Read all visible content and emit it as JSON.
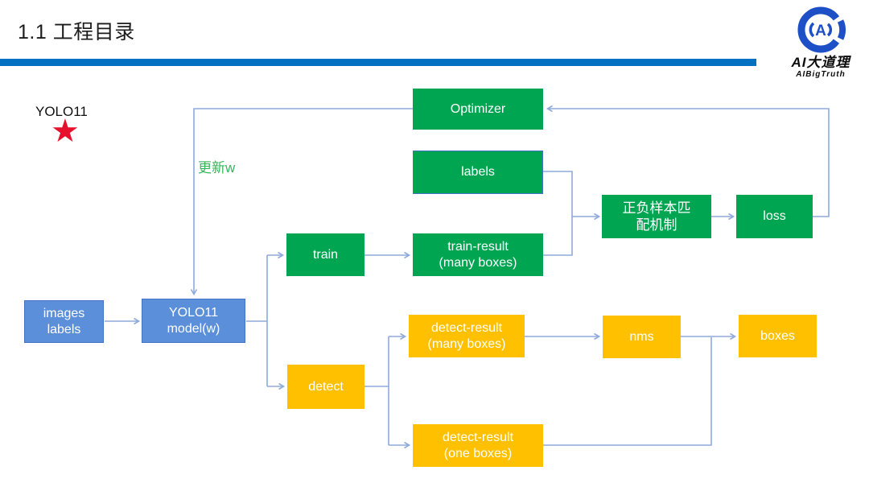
{
  "header": {
    "title": "1.1 工程目录",
    "logo": {
      "brand_cn": "AI大道理",
      "brand_en": "AIBigTruth"
    }
  },
  "annotations": {
    "model_name": "YOLO11",
    "star_icon": "★",
    "update_w": "更新w"
  },
  "colors": {
    "green": "#00A551",
    "yellow": "#FFC000",
    "blue_fill": "#5B8FD9",
    "blue_border": "#4472C4",
    "connector": "#8FAADC",
    "header_bar": "#0070C0",
    "star_red": "#E8112D",
    "update_green": "#34B55A",
    "logo_blue": "#1D4FC7"
  },
  "diagram": {
    "nodes": {
      "optimizer": {
        "label": "Optimizer",
        "color": "green"
      },
      "labels": {
        "label": "labels",
        "color": "green"
      },
      "match": {
        "label": "正负样本匹\n配机制",
        "color": "green"
      },
      "loss": {
        "label": "loss",
        "color": "green"
      },
      "train": {
        "label": "train",
        "color": "green"
      },
      "train_result": {
        "label": "train-result\n(many boxes)",
        "color": "green"
      },
      "images_labels": {
        "label": "images\nlabels",
        "color": "blue"
      },
      "model": {
        "label": "YOLO11\nmodel(w)",
        "color": "blue"
      },
      "detect": {
        "label": "detect",
        "color": "yellow"
      },
      "detect_result_many": {
        "label": "detect-result\n(many boxes)",
        "color": "yellow"
      },
      "nms": {
        "label": "nms",
        "color": "yellow"
      },
      "boxes": {
        "label": "boxes",
        "color": "yellow"
      },
      "detect_result_one": {
        "label": "detect-result\n(one boxes)",
        "color": "yellow"
      }
    },
    "edges": [
      {
        "from": "images_labels",
        "to": "model"
      },
      {
        "from": "model",
        "to": "train"
      },
      {
        "from": "model",
        "to": "detect"
      },
      {
        "from": "train",
        "to": "train_result"
      },
      {
        "from": "train_result",
        "to": "match"
      },
      {
        "from": "labels",
        "to": "match"
      },
      {
        "from": "match",
        "to": "loss"
      },
      {
        "from": "loss",
        "to": "optimizer"
      },
      {
        "from": "optimizer",
        "to": "model",
        "label": "更新w"
      },
      {
        "from": "detect",
        "to": "detect_result_many"
      },
      {
        "from": "detect",
        "to": "detect_result_one"
      },
      {
        "from": "detect_result_many",
        "to": "nms"
      },
      {
        "from": "nms",
        "to": "boxes"
      },
      {
        "from": "detect_result_one",
        "to": "boxes"
      }
    ]
  }
}
